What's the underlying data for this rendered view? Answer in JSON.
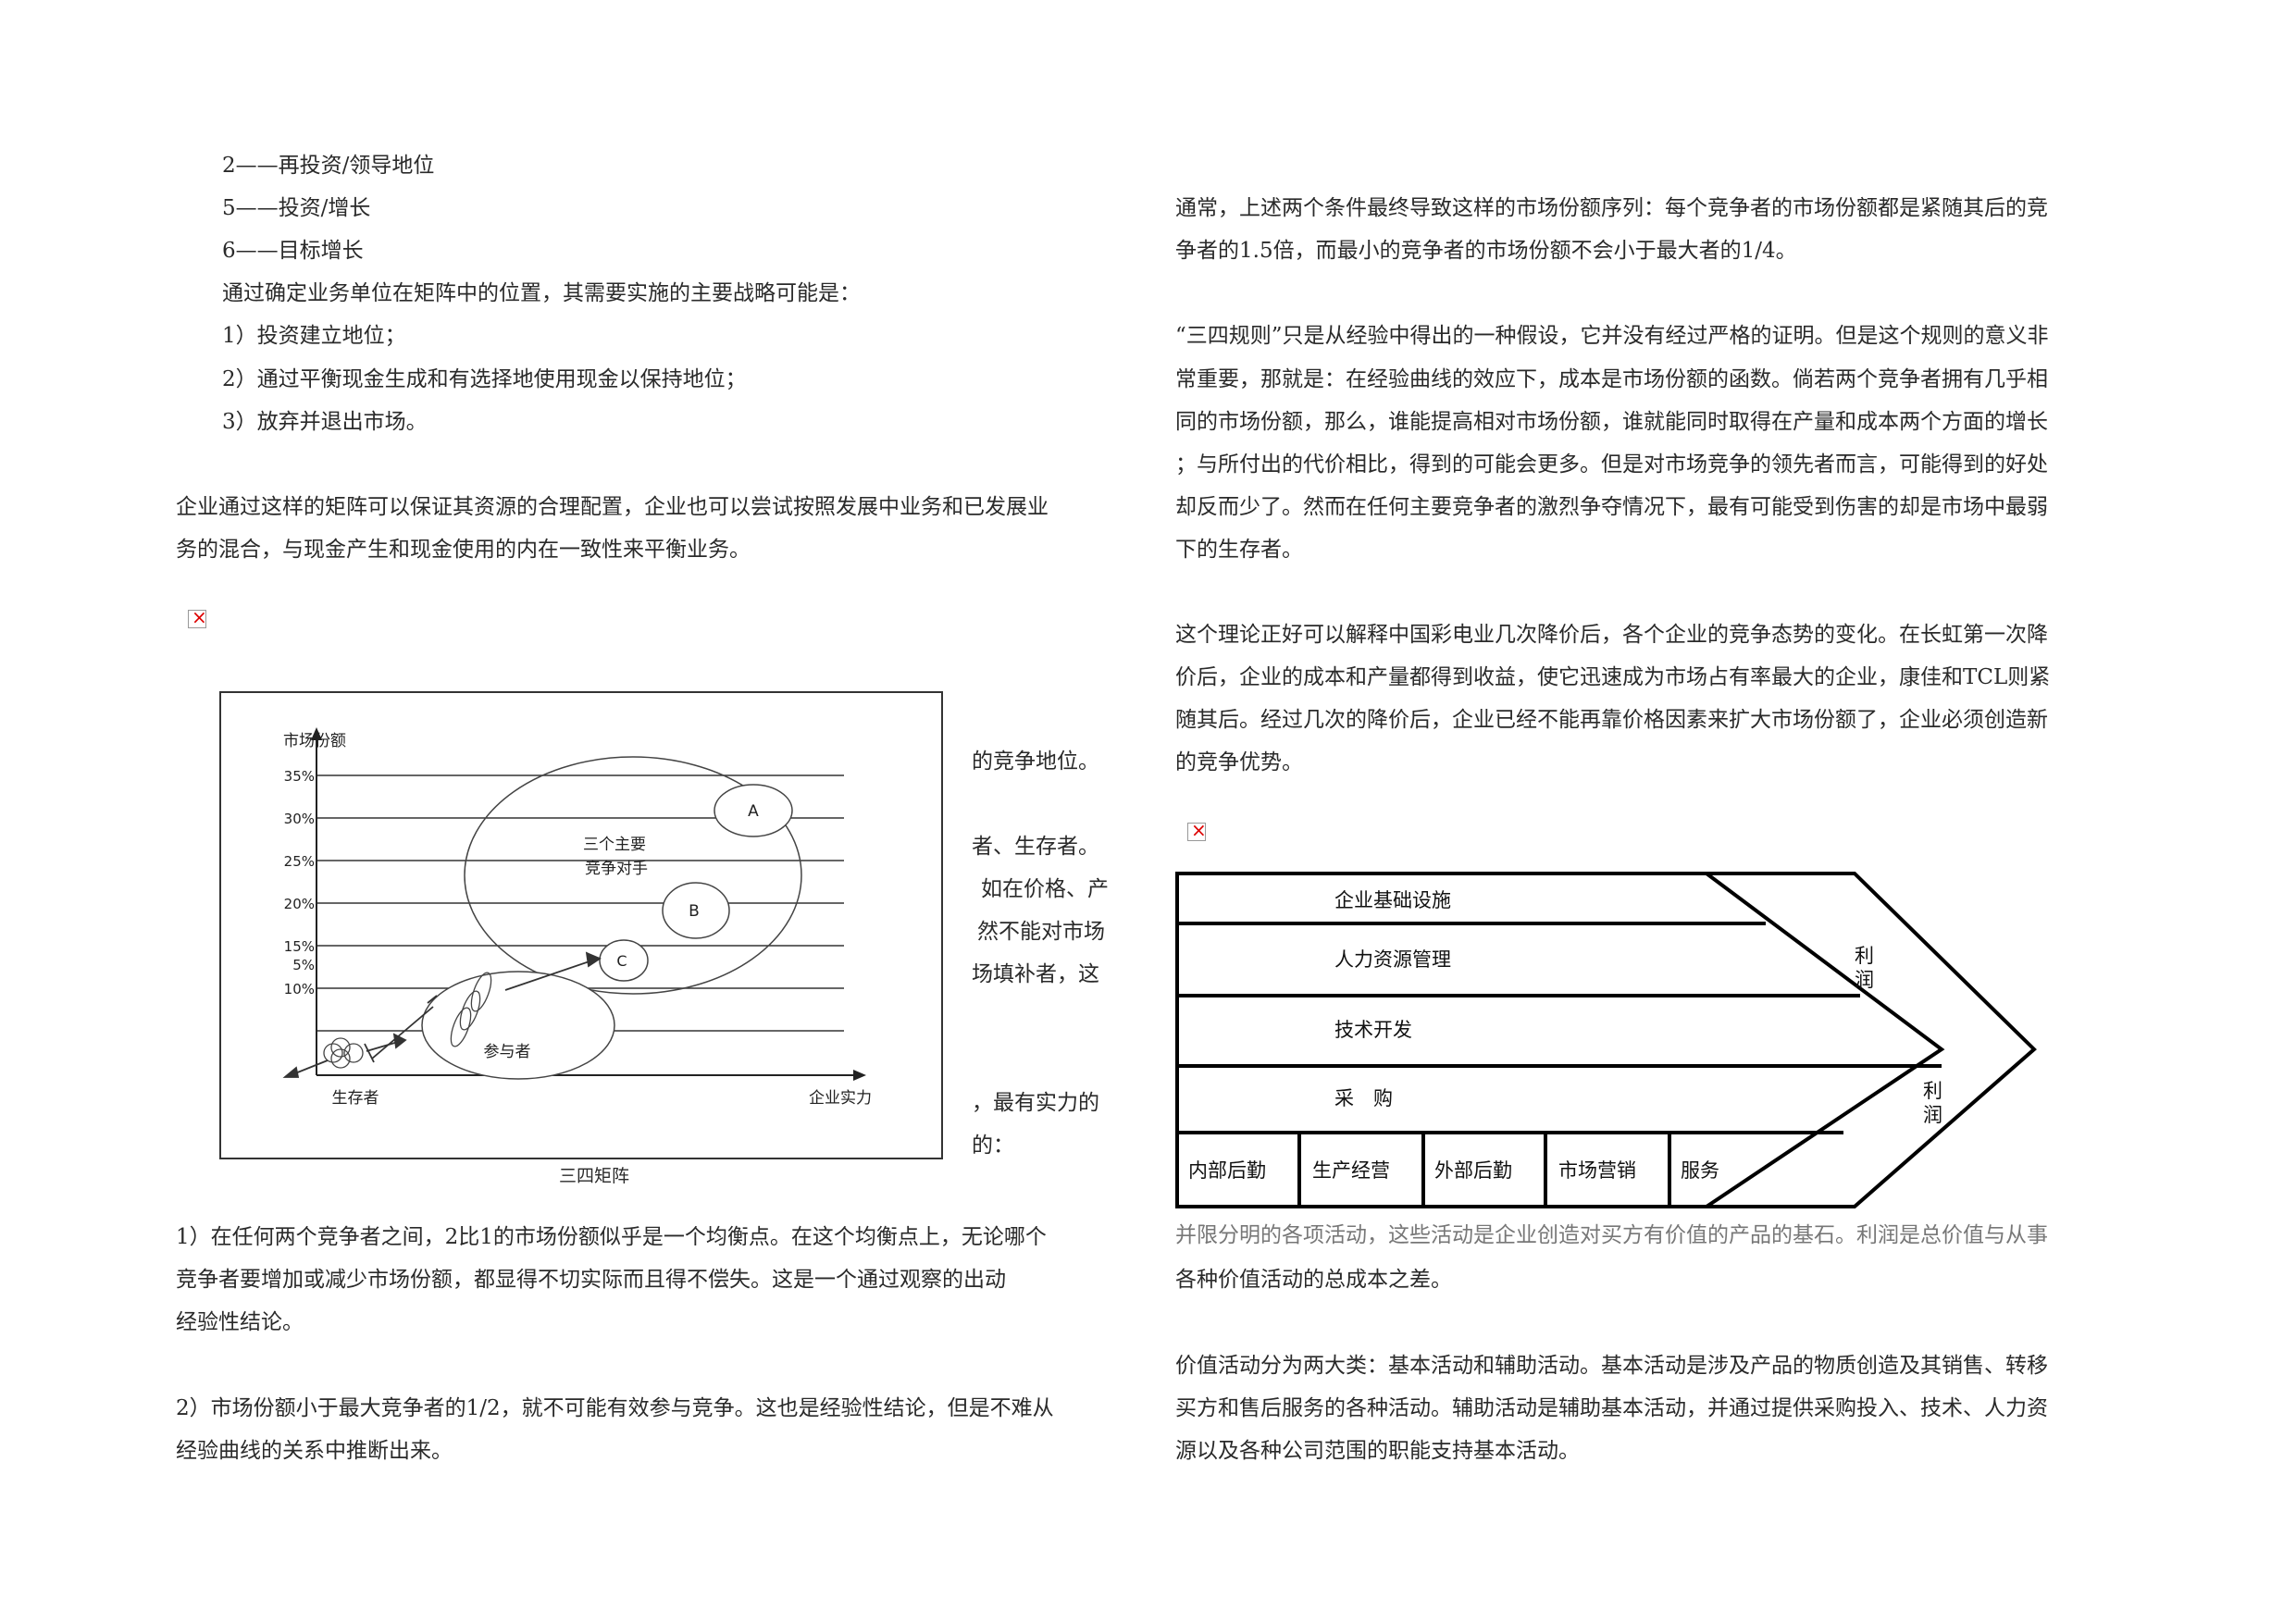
{
  "left": {
    "list_top": [
      "2——再投资/领导地位",
      "5——投资/增长",
      "6——目标增长"
    ],
    "intro": "通过确定业务单位在矩阵中的位置，其需要实施的主要战略可能是：",
    "strategies": [
      "1）投资建立地位；",
      "2）通过平衡现金生成和有选择地使用现金以保持地位；",
      "3）放弃并退出市场。"
    ],
    "para1": [
      "企业通过这样的矩阵可以保证其资源的合理配置，企业也可以尝试按照发展中业务和已发展业",
      "务的混合，与现金产生和现金使用的内在一致性来平衡业务。"
    ],
    "hidden_text": [
      "的竞争地位。",
      "者、生存者。",
      "如在价格、产",
      "然不能对市场",
      "场填补者，这",
      "，最有实力的",
      "的："
    ],
    "para2": [
      "1）在任何两个竞争者之间，2比1的市场份额似乎是一个均衡点。在这个均衡点上，无论哪个",
      "竞争者要增加或减少市场份额，都显得不切实际而且得不偿失。这是一个通过观察的出动",
      "经验性结论。"
    ],
    "para3": [
      "2）市场份额小于最大竞争者的1/2，就不可能有效参与竞争。这也是经验性结论，但是不难从",
      "经验曲线的关系中推断出来。"
    ]
  },
  "matrix": {
    "ylabel": "市场份额",
    "xlabel": "企业实力",
    "origin_label": "生存者",
    "yticks": [
      "35%",
      "30%",
      "25%",
      "20%",
      "15%",
      "5%",
      "10%"
    ],
    "big_group": [
      "三个主要",
      "竞争对手"
    ],
    "participants": "参与者",
    "a": "A",
    "b": "B",
    "c": "C",
    "caption": "三四矩阵"
  },
  "right": {
    "para1": [
      "通常，上述两个条件最终导致这样的市场份额序列：每个竞争者的市场份额都是紧随其后的竞",
      "争者的1.5倍，而最小的竞争者的市场份额不会小于最大者的1/4。"
    ],
    "para2": [
      "“三四规则”只是从经验中得出的一种假设，它并没有经过严格的证明。但是这个规则的意义非",
      "常重要，那就是：在经验曲线的效应下，成本是市场份额的函数。倘若两个竞争者拥有几乎相",
      "同的市场份额，那么，谁能提高相对市场份额，谁就能同时取得在产量和成本两个方面的增长",
      "；与所付出的代价相比，得到的可能会更多。但是对市场竞争的领先者而言，可能得到的好处",
      "却反而少了。然而在任何主要竞争者的激烈争夺情况下，最有可能受到伤害的却是市场中最弱",
      "下的生存者。"
    ],
    "para3": [
      "这个理论正好可以解释中国彩电业几次降价后，各个企业的竞争态势的变化。在长虹第一次降",
      "价后，企业的成本和产量都得到收益，使它迅速成为市场占有率最大的企业，康佳和TCL则紧",
      "随其后。经过几次的降价后，企业已经不能再靠价格因素来扩大市场份额了，企业必须创造新",
      "的竞争优势。"
    ],
    "partial": "并限分明的各项活动，这些活动是企业创造对买方有价值的产品的基石。利润是总价值与从事",
    "para4_tail": "各种价值活动的总成本之差。",
    "para5": [
      "价值活动分为两大类：基本活动和辅助活动。基本活动是涉及产品的物质创造及其销售、转移",
      "买方和售后服务的各种活动。辅助活动是辅助基本活动，并通过提供采购投入、技术、人力资",
      "源以及各种公司范围的职能支持基本活动。"
    ]
  },
  "valuechain": {
    "support": [
      "企业基础设施",
      "人力资源管理",
      "技术开发",
      "采　购"
    ],
    "primary": [
      "内部后勤",
      "生产经营",
      "外部后勤",
      "市场营销",
      "服务"
    ],
    "profit_top": [
      "利",
      "润"
    ],
    "profit_bottom": [
      "利",
      "润"
    ]
  }
}
